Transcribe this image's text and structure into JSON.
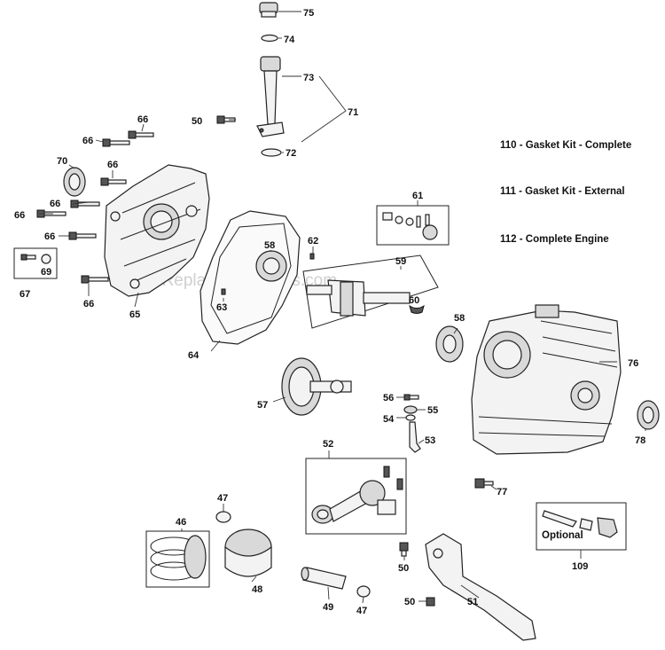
{
  "watermark": "eReplacementParts.com",
  "kits": [
    "110 - Gasket Kit - Complete",
    "111 - Gasket Kit - External",
    "112 - Complete Engine"
  ],
  "optional_label": "Optional",
  "labels": {
    "l75": "75",
    "l74": "74",
    "l73": "73",
    "l71": "71",
    "l72": "72",
    "l50a": "50",
    "l66a": "66",
    "l66b": "66",
    "l66c": "66",
    "l66d": "66",
    "l66e": "66",
    "l66f": "66",
    "l66g": "66",
    "l70": "70",
    "l67": "67",
    "l69": "69",
    "l65": "65",
    "l58a": "58",
    "l62": "62",
    "l63": "63",
    "l64": "64",
    "l59": "59",
    "l60": "60",
    "l61": "61",
    "l58b": "58",
    "l76": "76",
    "l78": "78",
    "l57": "57",
    "l56": "56",
    "l55": "55",
    "l54": "54",
    "l53": "53",
    "l52": "52",
    "l77": "77",
    "l109": "109",
    "l47a": "47",
    "l46": "46",
    "l48": "48",
    "l49": "49",
    "l47b": "47",
    "l50b": "50",
    "l50c": "50",
    "l51": "51"
  }
}
